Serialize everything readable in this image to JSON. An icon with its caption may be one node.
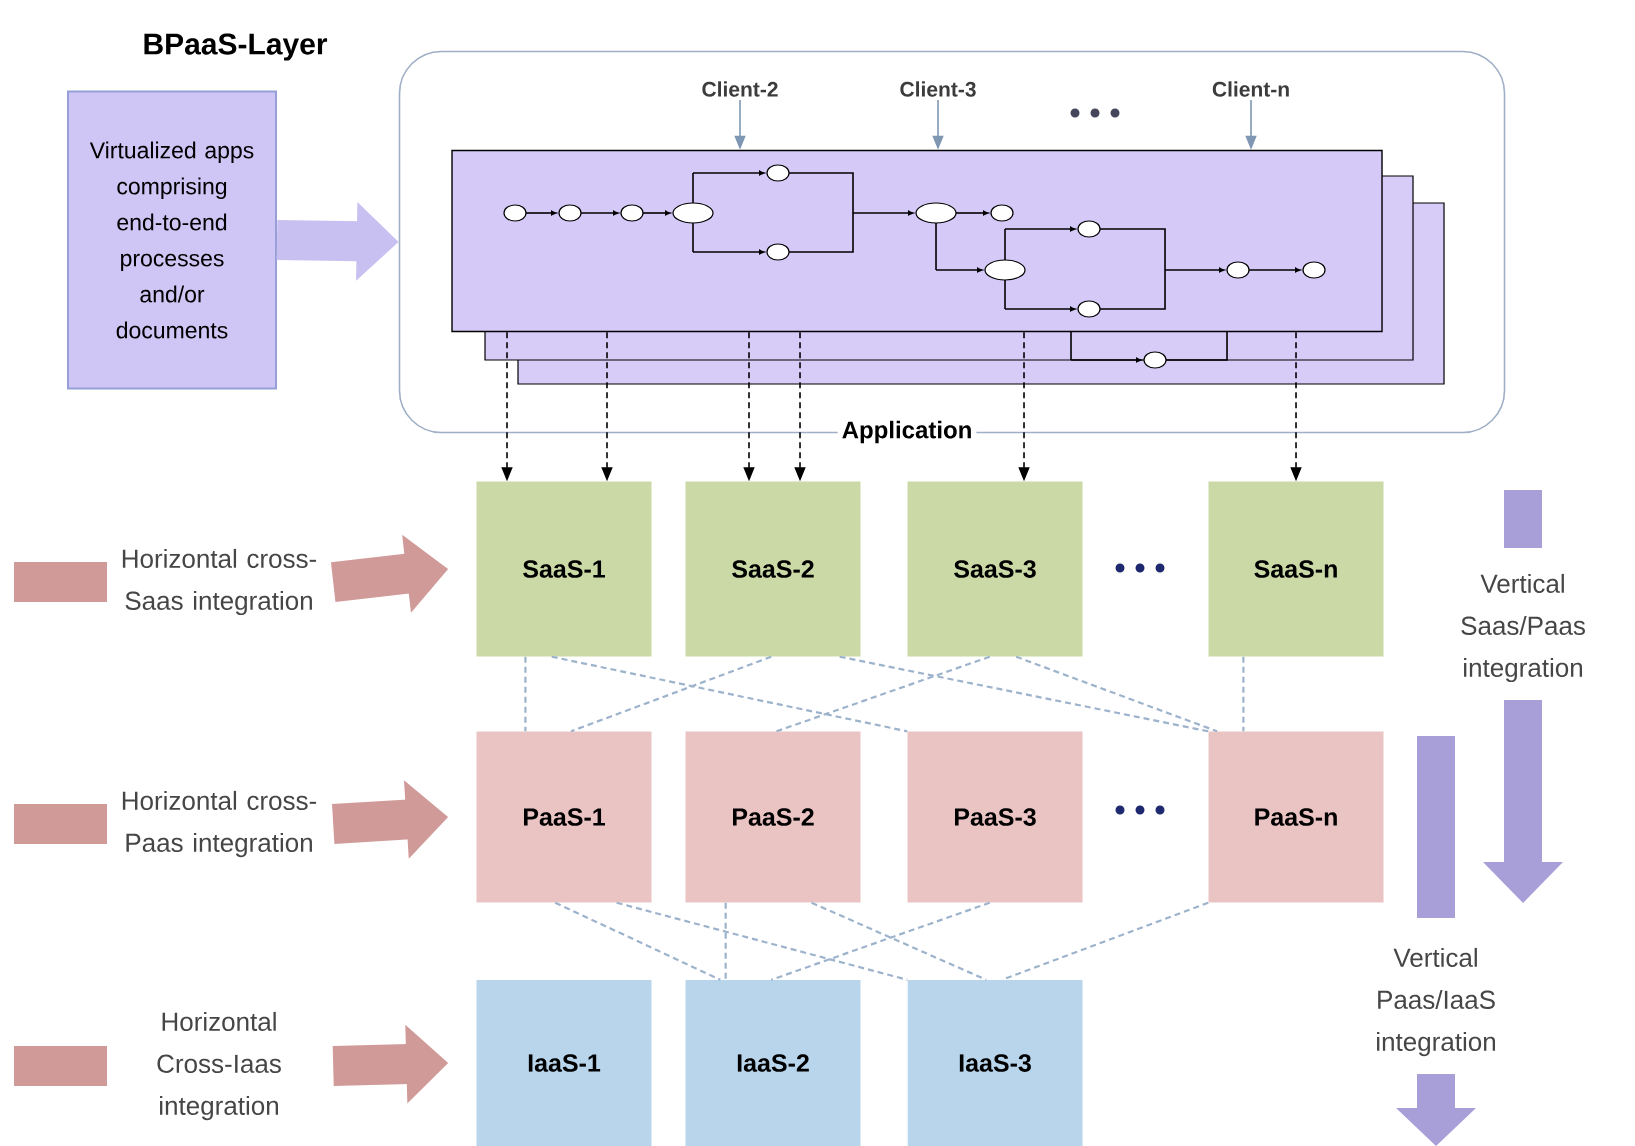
{
  "diagram": {
    "nodes": [
      {
        "text": [
          "BPaaS-Layer",
          "Application"
        ]
      },
      {
        "text": [
          "Virtualized apps comprising end-to-end processes and/or documents"
        ]
      },
      {
        "text": [],
        "shape": "box",
        "in": 0
      },
      {
        "text": [
          "Client-2"
        ],
        "in": 0
      },
      {
        "text": [
          "Client-3"
        ],
        "in": 0
      },
      {
        "text": [
          "Client-n"
        ],
        "in": 0
      },
      {
        "text": [
          "SaaS-1"
        ]
      },
      {
        "text": [
          "SaaS-2"
        ]
      },
      {
        "text": [
          "SaaS-3"
        ]
      },
      {
        "text": [
          "SaaS-n"
        ]
      },
      {
        "text": [
          "PaaS-1"
        ]
      },
      {
        "text": [
          "PaaS-2"
        ]
      },
      {
        "text": [
          "PaaS-3"
        ]
      },
      {
        "text": [
          "PaaS-n"
        ]
      },
      {
        "text": [
          "IaaS-1"
        ]
      },
      {
        "text": [
          "IaaS-2"
        ]
      },
      {
        "text": [
          "IaaS-3"
        ]
      },
      {
        "text": [
          "Horizontal cross-Saas integration"
        ]
      },
      {
        "text": [
          "Horizontal cross-Paas integration"
        ]
      },
      {
        "text": [
          "Horizontal Cross-Iaas integration"
        ]
      }
    ],
    "edges": [
      {
        "from": 1,
        "to": 0,
        "arrow": "to",
        "style": "thick",
        "color": "#c9c0f2"
      },
      {
        "from": 3,
        "to": 2,
        "arrow": "to",
        "color": "#7f97b3"
      },
      {
        "from": 4,
        "to": 2,
        "arrow": "to",
        "color": "#7f97b3"
      },
      {
        "from": 5,
        "to": 2,
        "arrow": "to",
        "color": "#7f97b3"
      },
      {
        "from": 2,
        "to": 6,
        "arrow": "to",
        "style": "dashed",
        "color": "#000000"
      },
      {
        "from": 2,
        "to": 6,
        "arrow": "to",
        "style": "dashed",
        "color": "#000000"
      },
      {
        "from": 2,
        "to": 7,
        "arrow": "to",
        "style": "dashed",
        "color": "#000000"
      },
      {
        "from": 2,
        "to": 7,
        "arrow": "to",
        "style": "dashed",
        "color": "#000000"
      },
      {
        "from": 2,
        "to": 8,
        "arrow": "to",
        "style": "dashed",
        "color": "#000000"
      },
      {
        "from": 2,
        "to": 9,
        "arrow": "to",
        "style": "dashed",
        "color": "#000000"
      },
      {
        "from": 6,
        "to": 10,
        "arrow": "none",
        "style": "dashed",
        "color": "#9db3cc"
      },
      {
        "from": 6,
        "to": 12,
        "arrow": "none",
        "style": "dashed",
        "color": "#9db3cc"
      },
      {
        "from": 7,
        "to": 10,
        "arrow": "none",
        "style": "dashed",
        "color": "#9db3cc"
      },
      {
        "from": 7,
        "to": 13,
        "arrow": "none",
        "style": "dashed",
        "color": "#9db3cc"
      },
      {
        "from": 8,
        "to": 11,
        "arrow": "none",
        "style": "dashed",
        "color": "#9db3cc"
      },
      {
        "from": 8,
        "to": 13,
        "arrow": "none",
        "style": "dashed",
        "color": "#9db3cc"
      },
      {
        "from": 9,
        "to": 13,
        "arrow": "none",
        "style": "dashed",
        "color": "#9db3cc"
      },
      {
        "from": 10,
        "to": 15,
        "arrow": "none",
        "style": "dashed",
        "color": "#9db3cc"
      },
      {
        "from": 10,
        "to": 16,
        "arrow": "none",
        "style": "dashed",
        "color": "#9db3cc"
      },
      {
        "from": 11,
        "to": 15,
        "arrow": "none",
        "style": "dashed",
        "color": "#9db3cc"
      },
      {
        "from": 11,
        "to": 16,
        "arrow": "none",
        "style": "dashed",
        "color": "#9db3cc"
      },
      {
        "from": 12,
        "to": 15,
        "arrow": "none",
        "style": "dashed",
        "color": "#9db3cc"
      },
      {
        "from": 13,
        "to": 16,
        "arrow": "none",
        "style": "dashed",
        "color": "#9db3cc"
      },
      {
        "from": 17,
        "to": 6,
        "arrow": "to",
        "style": "thick",
        "color": "#d09a98"
      },
      {
        "from": 18,
        "to": 10,
        "arrow": "to",
        "style": "thick",
        "color": "#d09a98"
      },
      {
        "from": 19,
        "to": 14,
        "arrow": "to",
        "style": "thick",
        "color": "#d09a98"
      }
    ],
    "labels": [
      "Vertical Saas/Paas integration",
      "Vertical Paas/IaaS integration"
    ]
  }
}
